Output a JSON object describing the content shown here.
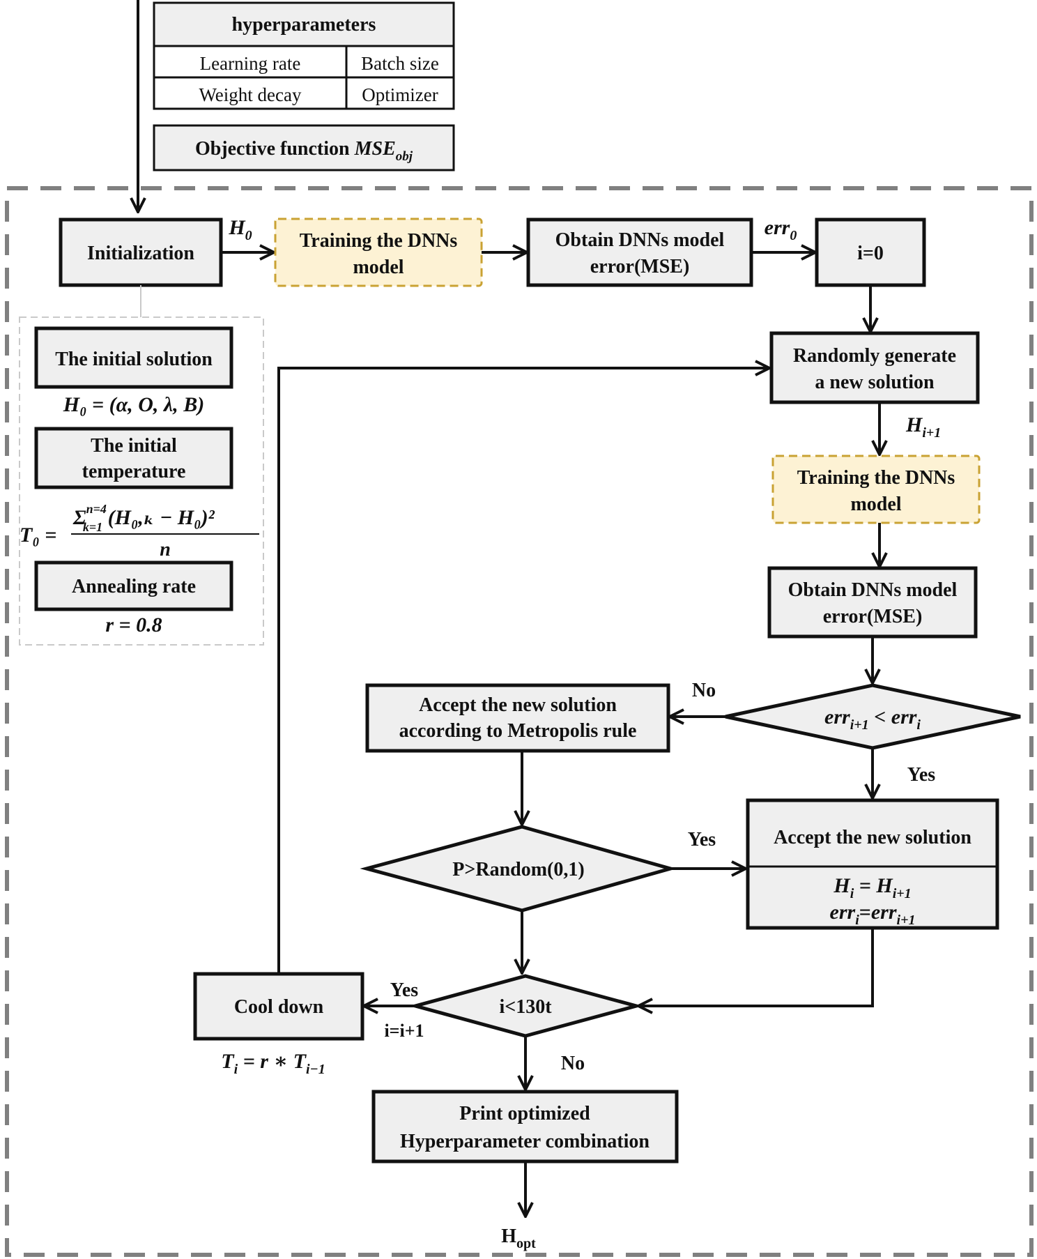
{
  "hyperparameters": {
    "title": "hyperparameters",
    "learning_rate": "Learning rate",
    "batch_size": "Batch size",
    "weight_decay": "Weight decay",
    "optimizer": "Optimizer"
  },
  "objective": {
    "text": "Objective function ",
    "mse": "MSE",
    "sub": "obj"
  },
  "nodes": {
    "initialization": "Initialization",
    "train1_l1": "Training the DNNs",
    "train1_l2": "model",
    "obtain1_l1": "Obtain DNNs model",
    "obtain1_l2": "error(MSE)",
    "i0": "i=0",
    "random_l1": "Randomly generate",
    "random_l2": "a new solution",
    "train2_l1": "Training the DNNs",
    "train2_l2": "model",
    "obtain2_l1": "Obtain DNNs model",
    "obtain2_l2": "error(MSE)",
    "decision_err_a": "err",
    "decision_err_a_sub": "i+1",
    "decision_err_lt": " < ",
    "decision_err_b": "err",
    "decision_err_b_sub": "i",
    "metropolis_l1": "Accept the new solution",
    "metropolis_l2": "according to Metropolis rule",
    "prob": "P>Random(0,1)",
    "accept_title": "Accept the new solution",
    "accept_h1": "H",
    "accept_h1_sub": "i",
    "accept_eq": " = ",
    "accept_h2": "H",
    "accept_h2_sub": "i+1",
    "accept_err1": "err",
    "accept_err1_sub": "i",
    "accept_err_eq": "=",
    "accept_err2": "err",
    "accept_err2_sub": "i+1",
    "loop": "i<130t",
    "cool": "Cool down",
    "print_l1": "Print optimized",
    "print_l2": "Hyperparameter combination"
  },
  "side_panel": {
    "init_solution": "The initial solution",
    "h0_formula": "H₀ = (α, O, λ, B)",
    "init_temp_l1": "The initial",
    "init_temp_l2": "temperature",
    "t0_lhs": "T₀ =",
    "t0_num": "Σ",
    "t0_num_sup": "n=4",
    "t0_num_sub": "k=1",
    "t0_num_body": " (H₀,ₖ − H₀)²",
    "t0_den": "n",
    "annealing": "Annealing rate",
    "r_formula": "r = 0.8"
  },
  "edge_labels": {
    "h0": "H",
    "h0_sub": "0",
    "err0": "err",
    "err0_sub": "0",
    "hi1": "H",
    "hi1_sub": "i+1",
    "no1": "No",
    "yes1": "Yes",
    "yes2": "Yes",
    "yes3": "Yes",
    "inc": "i=i+1",
    "no2": "No",
    "cool_formula_a": "T",
    "cool_formula_a_sub": "i",
    "cool_formula_mid": " = r ∗ T",
    "cool_formula_b_sub": "i−1",
    "output": "H",
    "output_sub": "opt"
  }
}
